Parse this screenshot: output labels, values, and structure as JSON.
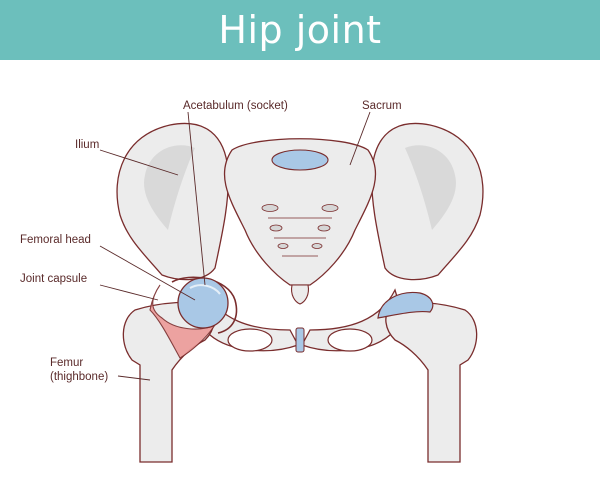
{
  "title": "Hip joint",
  "labels": {
    "acetabulum": "Acetabulum (socket)",
    "sacrum": "Sacrum",
    "ilium": "Ilium",
    "femoral_head": "Femoral head",
    "joint_capsule": "Joint capsule",
    "femur_line1": "Femur",
    "femur_line2": "(thighbone)"
  },
  "colors": {
    "banner": "#6cbfbc",
    "bone_fill": "#ececec",
    "bone_shade": "#d6d6d6",
    "outline": "#7a2d2d",
    "cartilage": "#a9c8e6",
    "capsule": "#ec9a98",
    "label_text": "#5a2a2a"
  }
}
